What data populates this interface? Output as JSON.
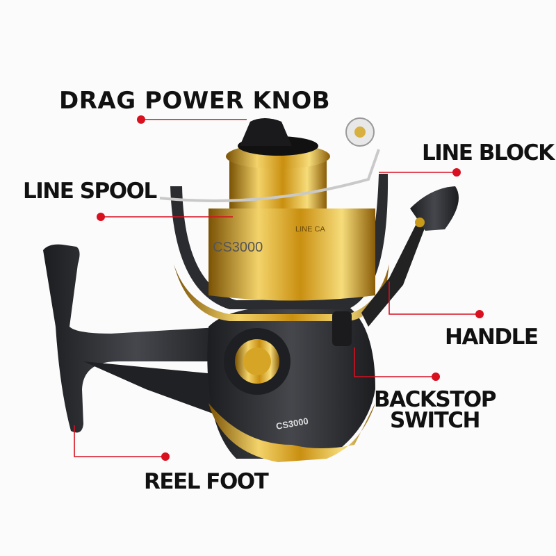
{
  "labels": {
    "drag_power_knob": "DRAG POWER KNOB",
    "line_block": "LINE BLOCK",
    "line_spool": "LINE SPOOL",
    "handle": "HANDLE",
    "backstop_switch_line1": "BACKSTOP",
    "backstop_switch_line2": "SWITCH",
    "reel_foot": "REEL FOOT"
  },
  "product": {
    "spool_model": "CS3000",
    "spool_line_cap": "LINE CA",
    "body_model": "CS3000"
  },
  "colors": {
    "leader": "#d8101f",
    "gold": "#d9a21a",
    "body": "#2a2b2e"
  }
}
